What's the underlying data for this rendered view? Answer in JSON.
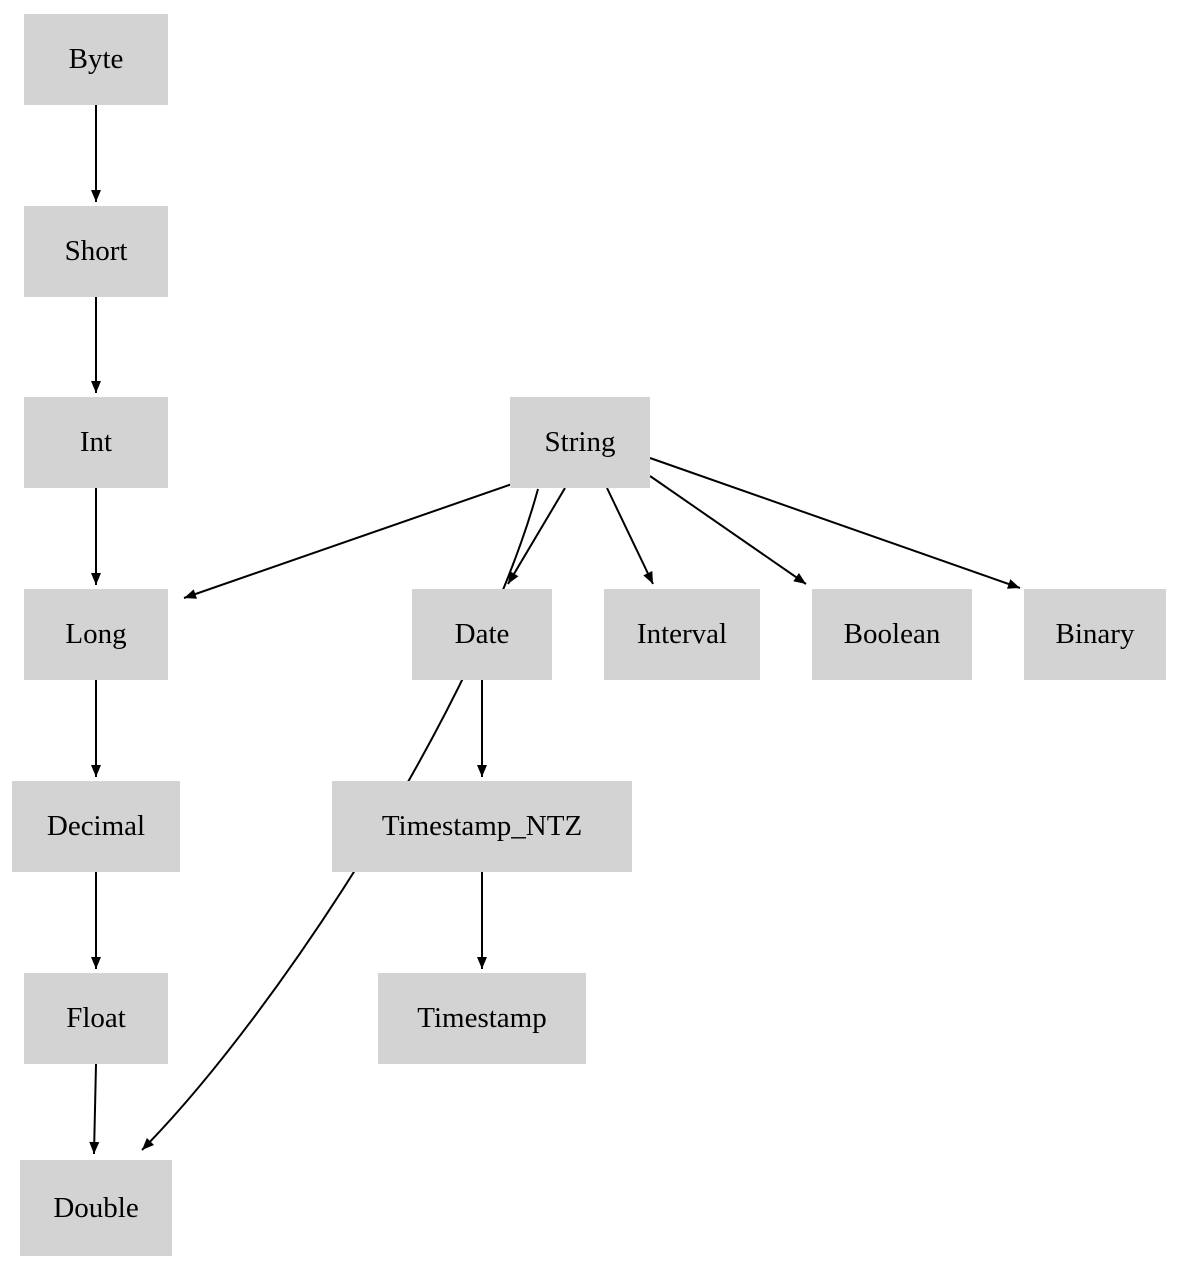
{
  "diagram": {
    "type": "directed-graph",
    "description": "Type precedence / implicit cast hierarchy diagram",
    "colors": {
      "node_fill": "#d3d3d3",
      "edge": "#000000",
      "text": "#000000",
      "background": "#ffffff"
    },
    "nodes": {
      "byte": {
        "label": "Byte"
      },
      "short": {
        "label": "Short"
      },
      "int": {
        "label": "Int"
      },
      "long": {
        "label": "Long"
      },
      "decimal": {
        "label": "Decimal"
      },
      "float": {
        "label": "Float"
      },
      "double": {
        "label": "Double"
      },
      "string": {
        "label": "String"
      },
      "date": {
        "label": "Date"
      },
      "interval": {
        "label": "Interval"
      },
      "boolean": {
        "label": "Boolean"
      },
      "binary": {
        "label": "Binary"
      },
      "timestamp_ntz": {
        "label": "Timestamp_NTZ"
      },
      "timestamp": {
        "label": "Timestamp"
      }
    },
    "edges": [
      {
        "from": "Byte",
        "to": "Short"
      },
      {
        "from": "Short",
        "to": "Int"
      },
      {
        "from": "Int",
        "to": "Long"
      },
      {
        "from": "Long",
        "to": "Decimal"
      },
      {
        "from": "Decimal",
        "to": "Float"
      },
      {
        "from": "Float",
        "to": "Double"
      },
      {
        "from": "String",
        "to": "Long"
      },
      {
        "from": "String",
        "to": "Double"
      },
      {
        "from": "String",
        "to": "Date"
      },
      {
        "from": "String",
        "to": "Interval"
      },
      {
        "from": "String",
        "to": "Boolean"
      },
      {
        "from": "String",
        "to": "Binary"
      },
      {
        "from": "Date",
        "to": "Timestamp_NTZ"
      },
      {
        "from": "Timestamp_NTZ",
        "to": "Timestamp"
      }
    ]
  }
}
